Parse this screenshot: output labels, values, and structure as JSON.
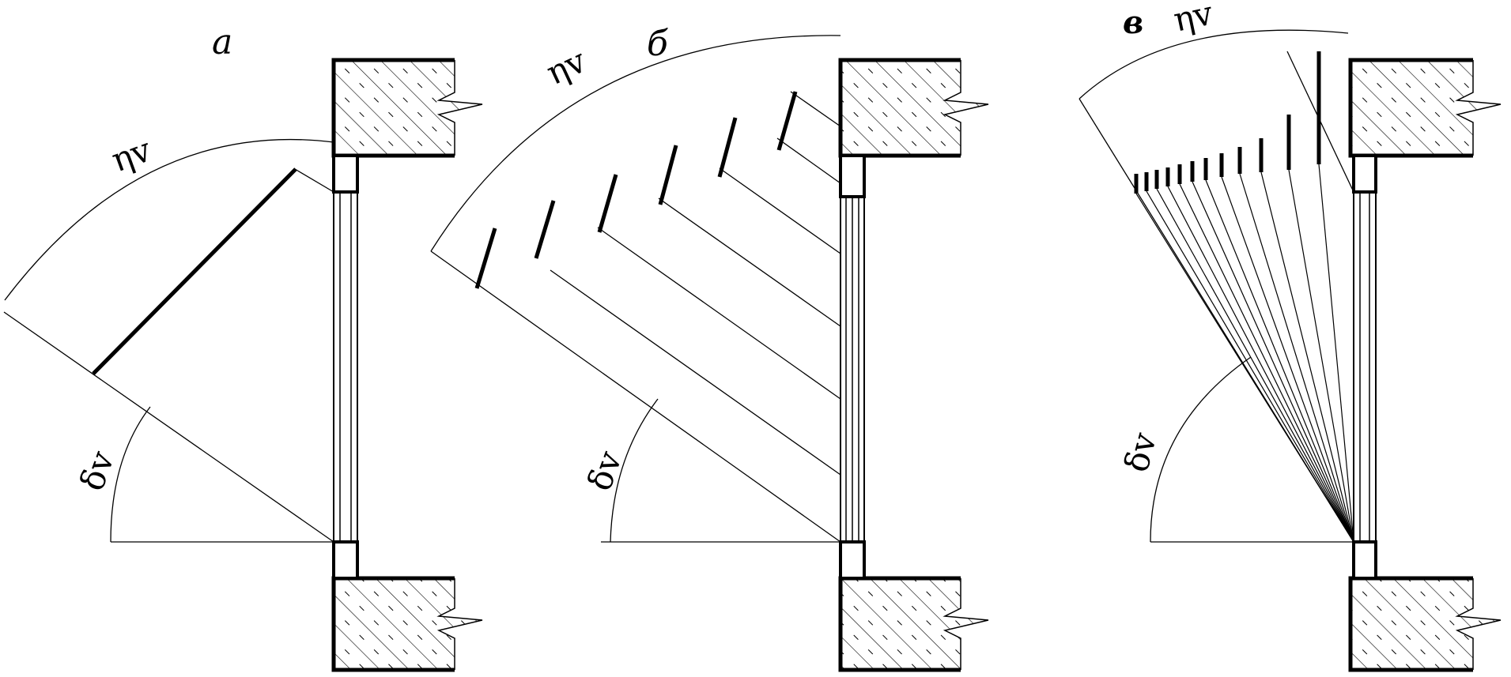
{
  "diagrams": [
    {
      "id": "a",
      "panel_label": "а",
      "eta_label": "ηv",
      "delta_label": "δv",
      "louver_count": 1
    },
    {
      "id": "b",
      "panel_label": "б",
      "eta_label": "ηv",
      "delta_label": "δv",
      "louver_count": 6
    },
    {
      "id": "v",
      "panel_label": "в",
      "eta_label": "ηv",
      "delta_label": "δv",
      "louver_count": 12
    }
  ],
  "colors": {
    "stroke": "#000000",
    "background": "#ffffff"
  }
}
